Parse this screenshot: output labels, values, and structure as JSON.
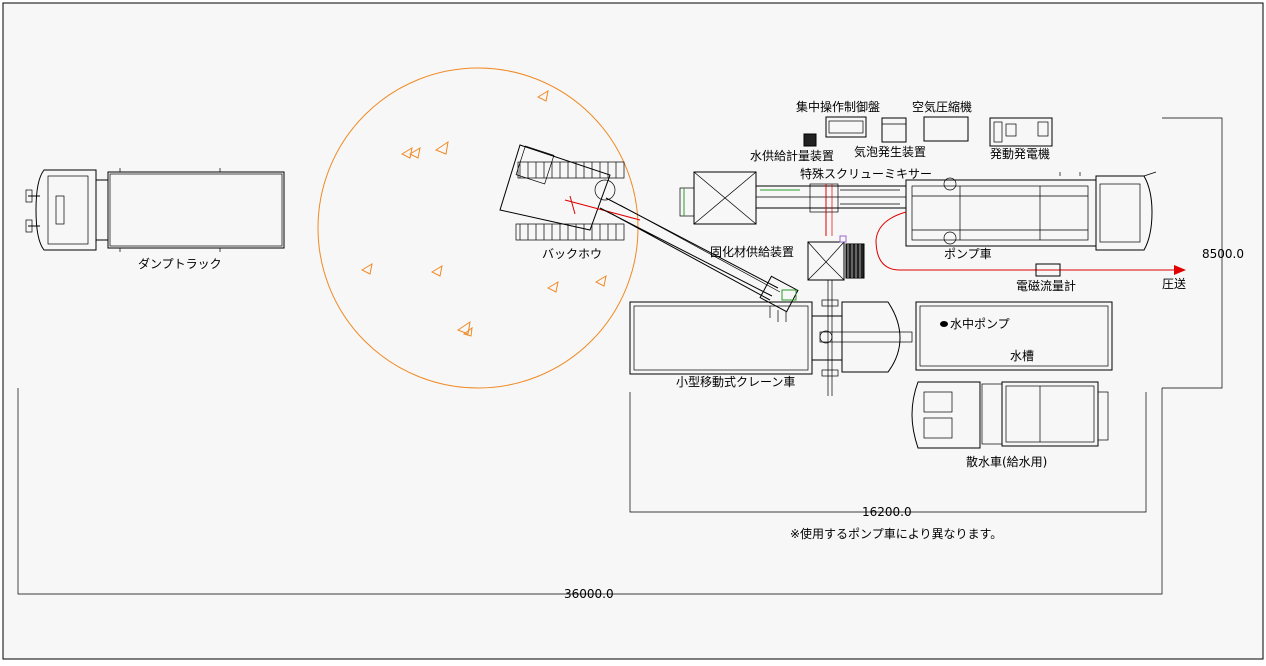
{
  "labels": {
    "dump_truck": "ダンプトラック",
    "backhoe": "バックホウ",
    "central_control": "集中操作制御盤",
    "air_compressor": "空気圧縮機",
    "water_meter": "水供給計量装置",
    "foam_generator": "気泡発生装置",
    "generator": "発動発電機",
    "screw_mixer": "特殊スクリューミキサー",
    "solidifier_feeder": "固化材供給装置",
    "pump_truck": "ポンプ車",
    "flowmeter": "電磁流量計",
    "pressure_feed": "圧送",
    "submersible_pump": "水中ポンプ",
    "water_tank": "水槽",
    "crane_truck": "小型移動式クレーン車",
    "water_truck": "散水車(給水用)"
  },
  "dimensions": {
    "height": "8500.0",
    "inner_width": "16200.0",
    "total_width": "36000.0"
  },
  "note": "※使用するポンプ車により異なります。",
  "colors": {
    "swing_radius": "#f08a24",
    "flow_line": "#e00000",
    "mixer_accent": "#2a9d2a"
  }
}
